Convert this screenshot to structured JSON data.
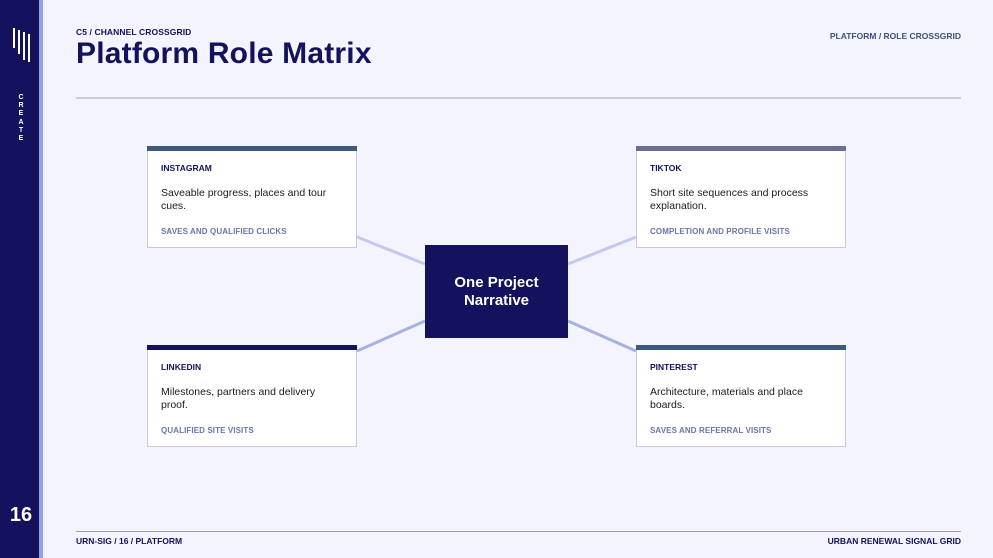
{
  "sidebar": {
    "vertical_letters": [
      "C",
      "R",
      "E",
      "A",
      "T",
      "E"
    ],
    "page_number": "16"
  },
  "header": {
    "kicker": "C5 / CHANNEL CROSSGRID",
    "title": "Platform Role Matrix",
    "top_right": "PLATFORM / ROLE CROSSGRID"
  },
  "hub": {
    "label": "One Project Narrative"
  },
  "cards": [
    {
      "name": "INSTAGRAM",
      "description": "Saveable progress, places and tour cues.",
      "metric": "SAVES AND QUALIFIED CLICKS",
      "bar_color": "#3c5a7a"
    },
    {
      "name": "TIKTOK",
      "description": "Short site sequences and process explanation.",
      "metric": "COMPLETION AND PROFILE VISITS",
      "bar_color": "#6b6e95"
    },
    {
      "name": "LINKEDIN",
      "description": "Milestones, partners and delivery proof.",
      "metric": "QUALIFIED SITE VISITS",
      "bar_color": "#14125c"
    },
    {
      "name": "PINTEREST",
      "description": "Architecture, materials and place boards.",
      "metric": "SAVES AND REFERRAL VISITS",
      "bar_color": "#3c5a7a"
    }
  ],
  "footer": {
    "left": "URN-SIG / 16 / PLATFORM",
    "right": "URBAN RENEWAL SIGNAL GRID"
  },
  "colors": {
    "navy": "#14125c",
    "accent": "#8fa4e6",
    "connector": "#c3c8ee",
    "background": "#f3f4fd"
  }
}
